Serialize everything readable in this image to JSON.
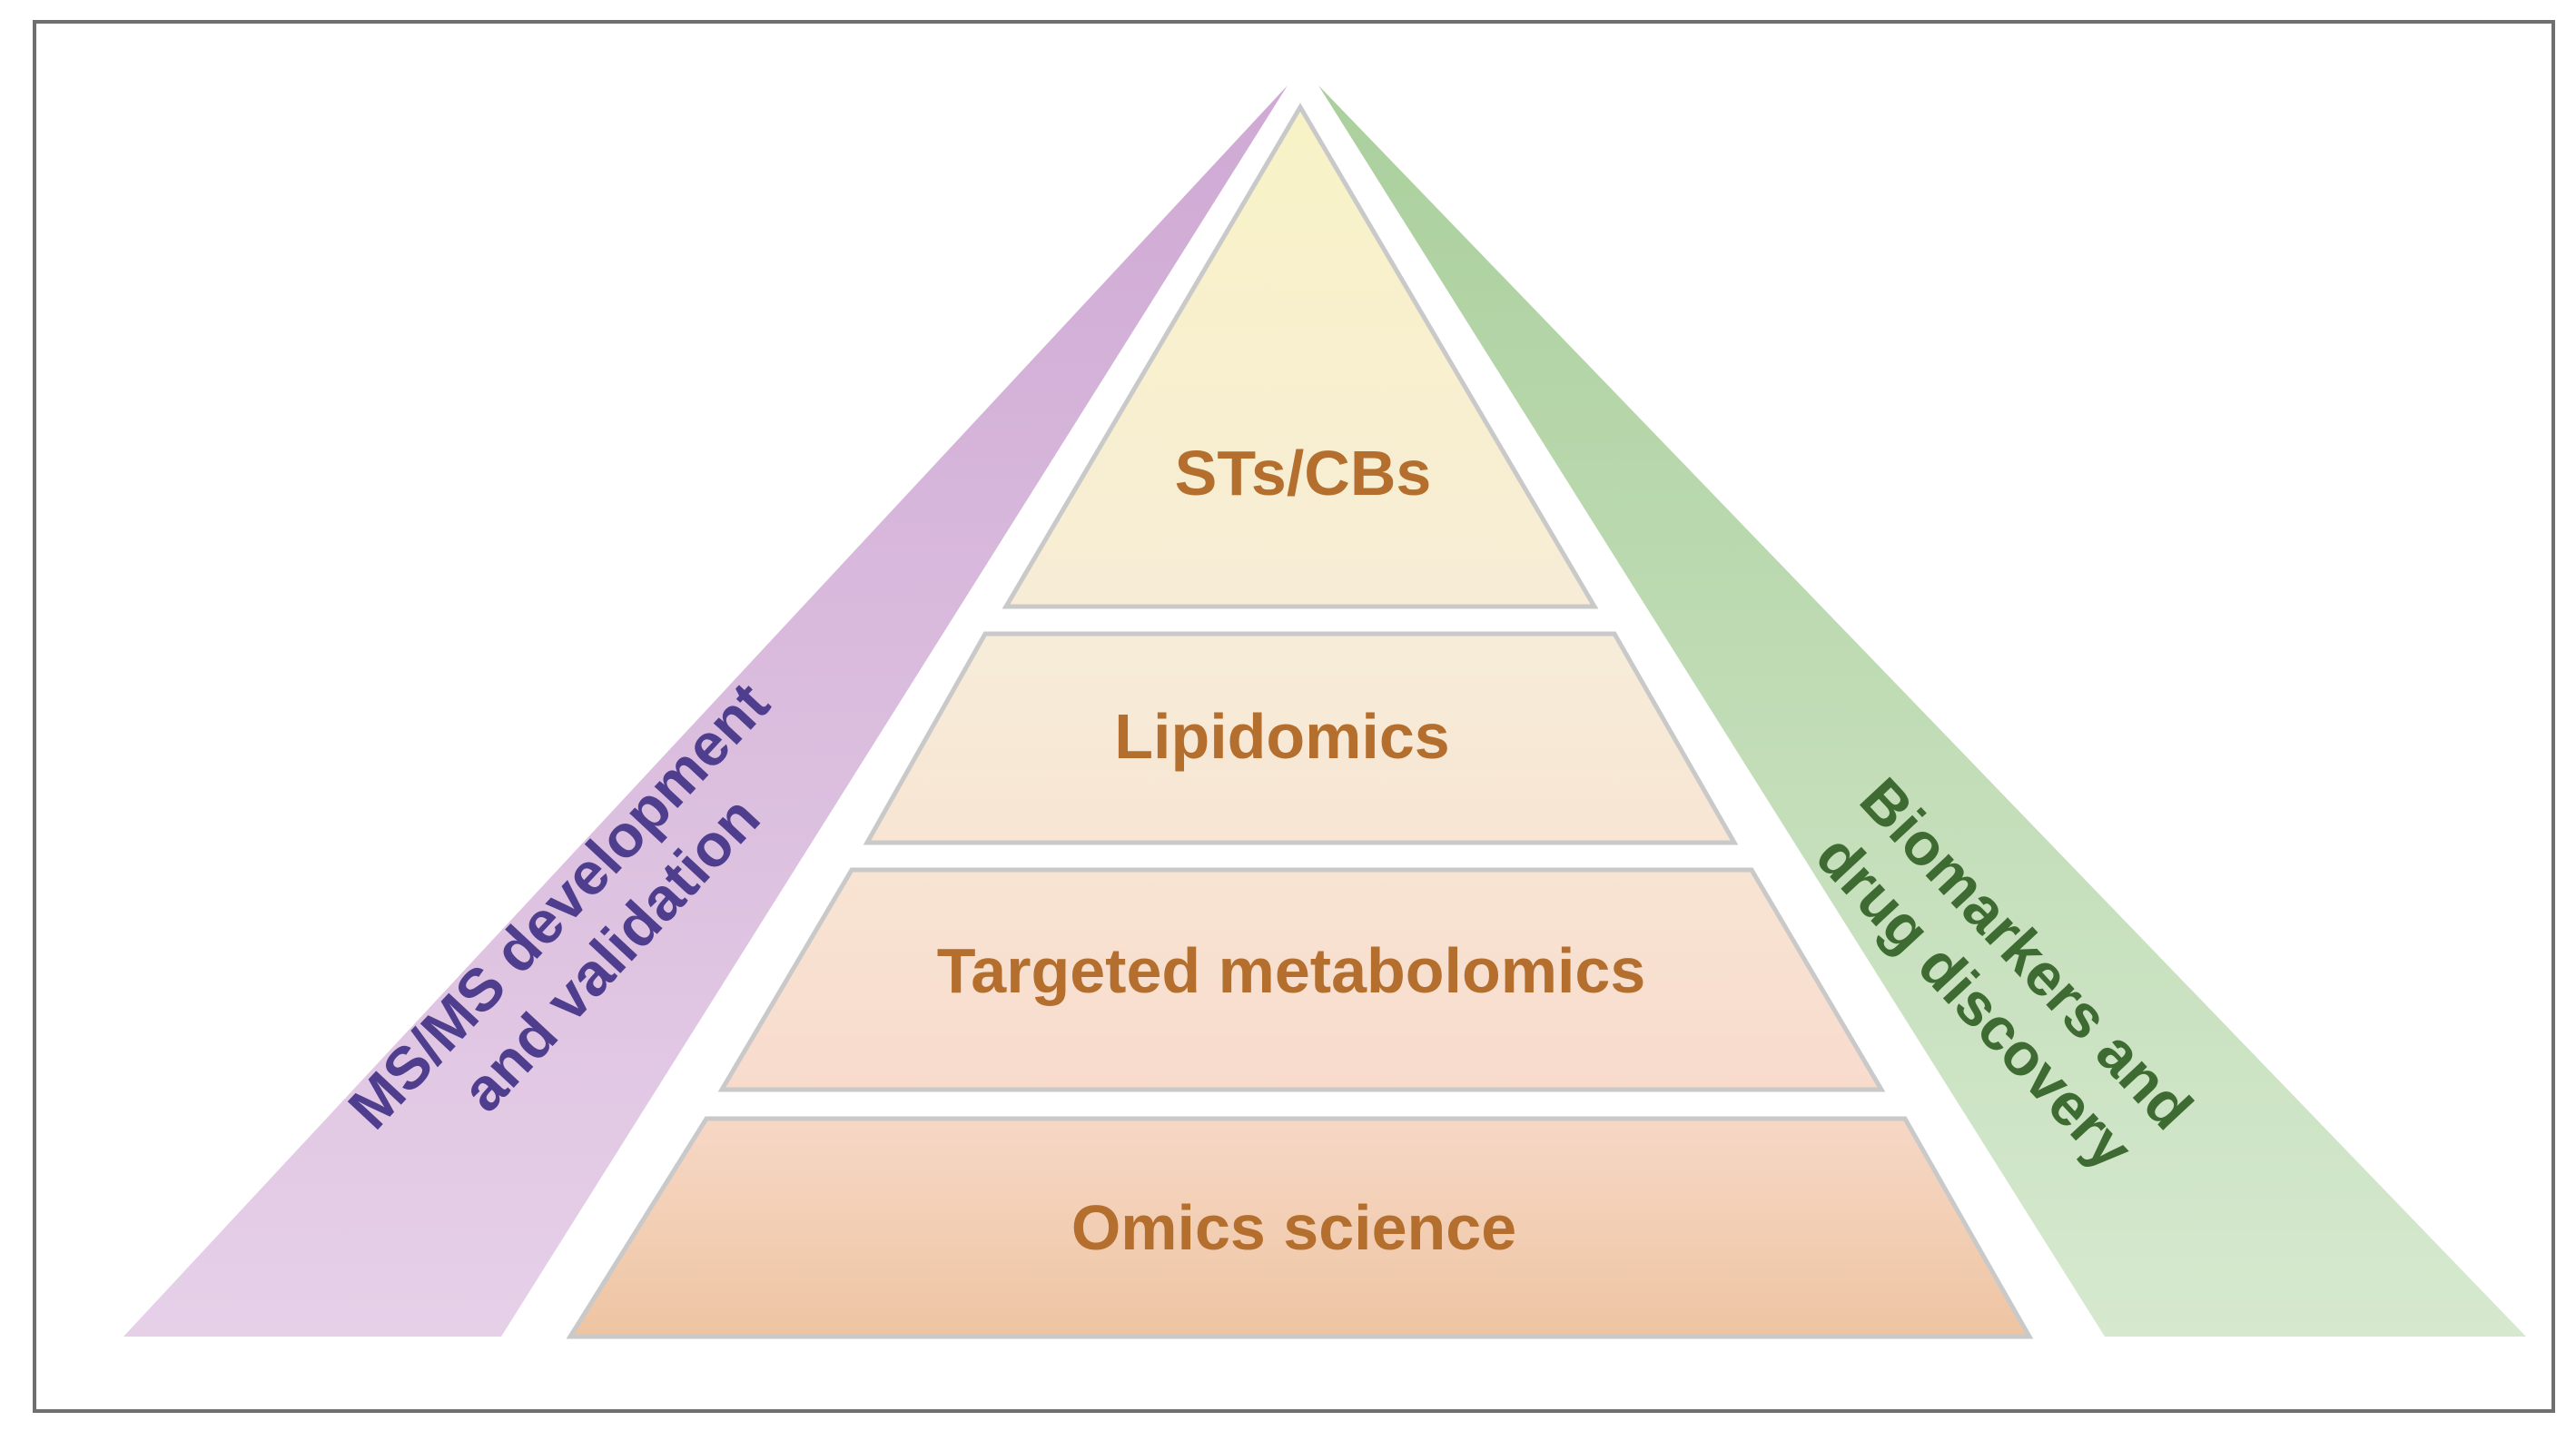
{
  "diagram": {
    "type": "pyramid",
    "tiers_top_to_bottom": [
      {
        "label": "STs/CBs"
      },
      {
        "label": "Lipidomics"
      },
      {
        "label": "Targeted metabolomics"
      },
      {
        "label": "Omics science"
      }
    ],
    "left_wing": {
      "line1": "MS/MS development",
      "line2": "and validation"
    },
    "right_wing": {
      "line1": "Biomarkers and",
      "line2": "drug discovery"
    }
  },
  "colors": {
    "left_wing": "#d7b9dc",
    "right_wing": "#bcd8b0",
    "tier_top_gradient_start": "#f8f3c6",
    "tier_bottom_gradient_end": "#eec4a1",
    "tier_text": "#b46f2e",
    "left_wing_text": "#4f3d8e",
    "right_wing_text": "#3e6b32"
  }
}
